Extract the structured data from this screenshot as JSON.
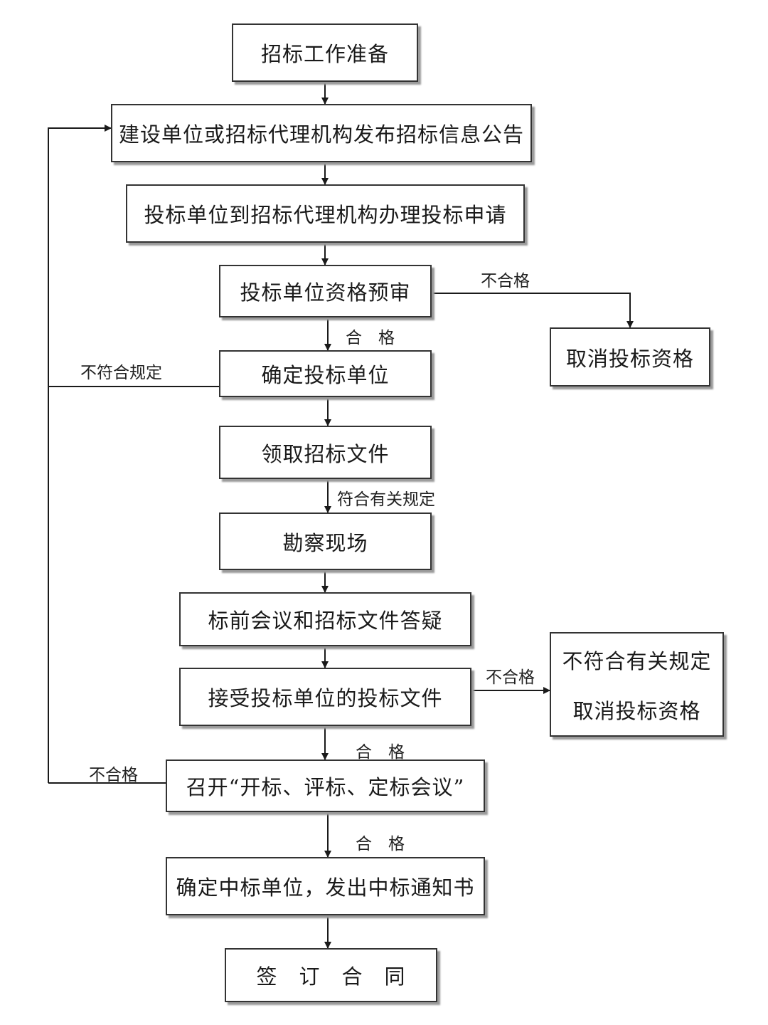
{
  "steps": {
    "s1": "招标工作准备",
    "s2": "建设单位或招标代理机构发布招标信息公告",
    "s3": "投标单位到招标代理机构办理投标申请",
    "s4": "投标单位资格预审",
    "s5": "确定投标单位",
    "s6": "领取招标文件",
    "s7": "勘察现场",
    "s8": "标前会议和招标文件答疑",
    "s9": "接受投标单位的投标文件",
    "s10": "召开“开标、评标、定标会议”",
    "s11": "确定中标单位，发出中标通知书",
    "s12": "签　订　合　同"
  },
  "side_boxes": {
    "cancel": "取消投标资格",
    "reject_line1": "不符合有关规定",
    "reject_line2": "取消投标资格"
  },
  "edge_labels": {
    "fail_prequal": "不合格",
    "pass_prequal": "合　格",
    "not_compliant": "不符合规定",
    "compliant": "符合有关规定",
    "fail_docs": "不合格",
    "pass_docs": "合　格",
    "fail_opening": "不合格",
    "pass_opening": "合　格"
  }
}
